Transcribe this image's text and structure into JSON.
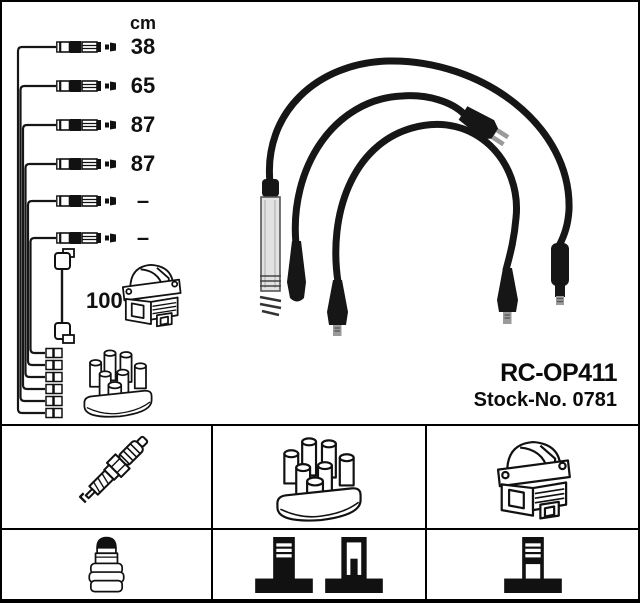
{
  "colors": {
    "background": "#ffffff",
    "line": "#111111",
    "cable_black": "#161616",
    "metal_gray": "#9a9a9a",
    "silver": "#e2e2e2"
  },
  "schematic": {
    "unit_header": "cm",
    "rows": [
      {
        "icon": "ignition-cable-connector",
        "length": "38"
      },
      {
        "icon": "ignition-cable-connector",
        "length": "65"
      },
      {
        "icon": "ignition-cable-connector",
        "length": "87"
      },
      {
        "icon": "ignition-cable-connector",
        "length": "87"
      },
      {
        "icon": "ignition-cable-connector",
        "length": "–"
      },
      {
        "icon": "ignition-cable-connector",
        "length": "–"
      }
    ],
    "coil_wire_length": "100",
    "coil_wire_icon": "coil-cable-with-elbow-boots",
    "coil_icon": "ignition-coil",
    "distributor_icon": "distributor-cap"
  },
  "product": {
    "photo_icon": "ignition-cable-set-photo",
    "part_number": "RC-OP411",
    "stock_text": "Stock-No. 0781"
  },
  "legend": {
    "cells": [
      {
        "row": 1,
        "col": 1,
        "icon": "spark-plug"
      },
      {
        "row": 1,
        "col": 2,
        "icon": "distributor-cap"
      },
      {
        "row": 1,
        "col": 3,
        "icon": "ignition-coil"
      },
      {
        "row": 2,
        "col": 1,
        "icon": "spark-plug-boot"
      },
      {
        "row": 2,
        "col": 2,
        "icons": [
          "terminal-ribbed",
          "terminal-socket"
        ]
      },
      {
        "row": 2,
        "col": 3,
        "icon": "terminal-ribbed-window"
      }
    ]
  }
}
